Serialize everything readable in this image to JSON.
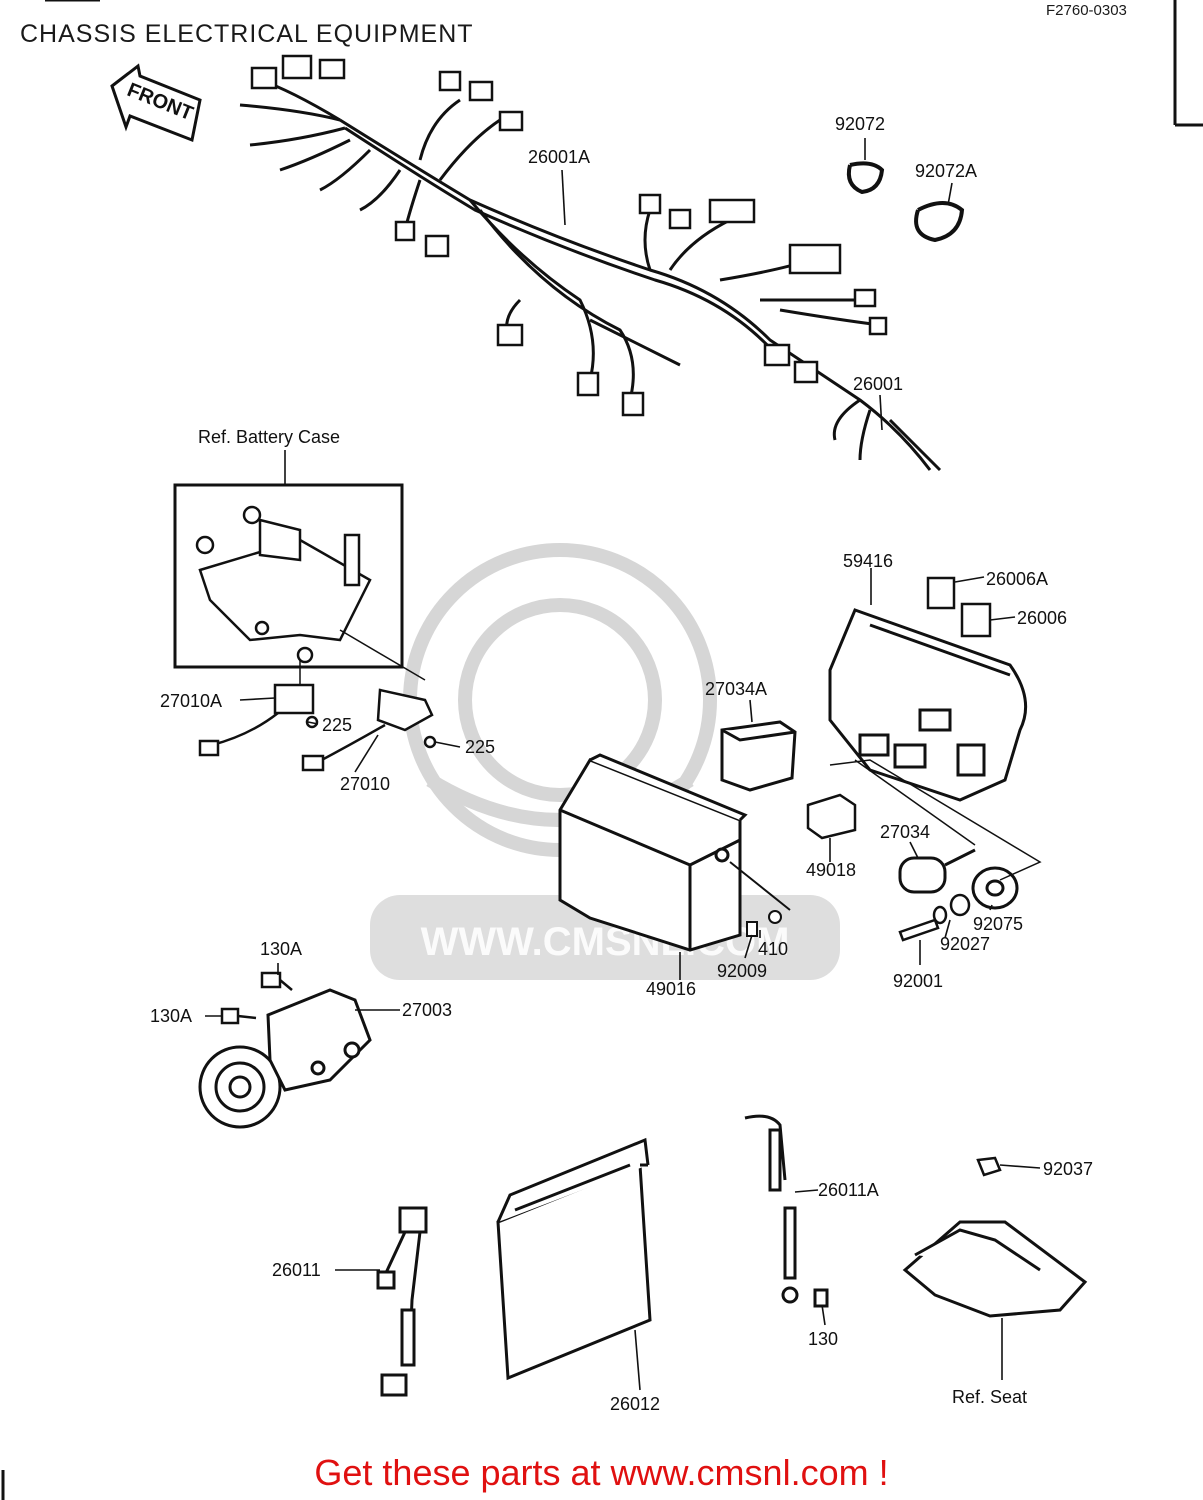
{
  "header": {
    "title": "CHASSIS ELECTRICAL EQUIPMENT",
    "figure_code": "F2760-0303"
  },
  "front_arrow": {
    "label": "FRONT"
  },
  "reference_labels": {
    "battery_case": "Ref. Battery Case",
    "seat": "Ref. Seat"
  },
  "watermark": {
    "text": "WWW.CMSNL.COM"
  },
  "part_numbers": {
    "p26001A": "26001A",
    "p26001": "26001",
    "p92072": "92072",
    "p92072A": "92072A",
    "p59416": "59416",
    "p26006A": "26006A",
    "p26006": "26006",
    "p27034A": "27034A",
    "p27010A": "27010A",
    "p225a": "225",
    "p225b": "225",
    "p27010": "27010",
    "p27034": "27034",
    "p49018": "49018",
    "p92075": "92075",
    "p92027": "92027",
    "p92001": "92001",
    "p410": "410",
    "p92009": "92009",
    "p49016": "49016",
    "p130Aa": "130A",
    "p130Ab": "130A",
    "p27003": "27003",
    "p26011A": "26011A",
    "p92037": "92037",
    "p26011": "26011",
    "p130": "130",
    "p26012": "26012"
  },
  "promo": {
    "text": "Get these parts at www.cmsnl.com !"
  },
  "colors": {
    "ink": "#111111",
    "promo": "#e01010",
    "watermark": "#d4d4d4"
  }
}
